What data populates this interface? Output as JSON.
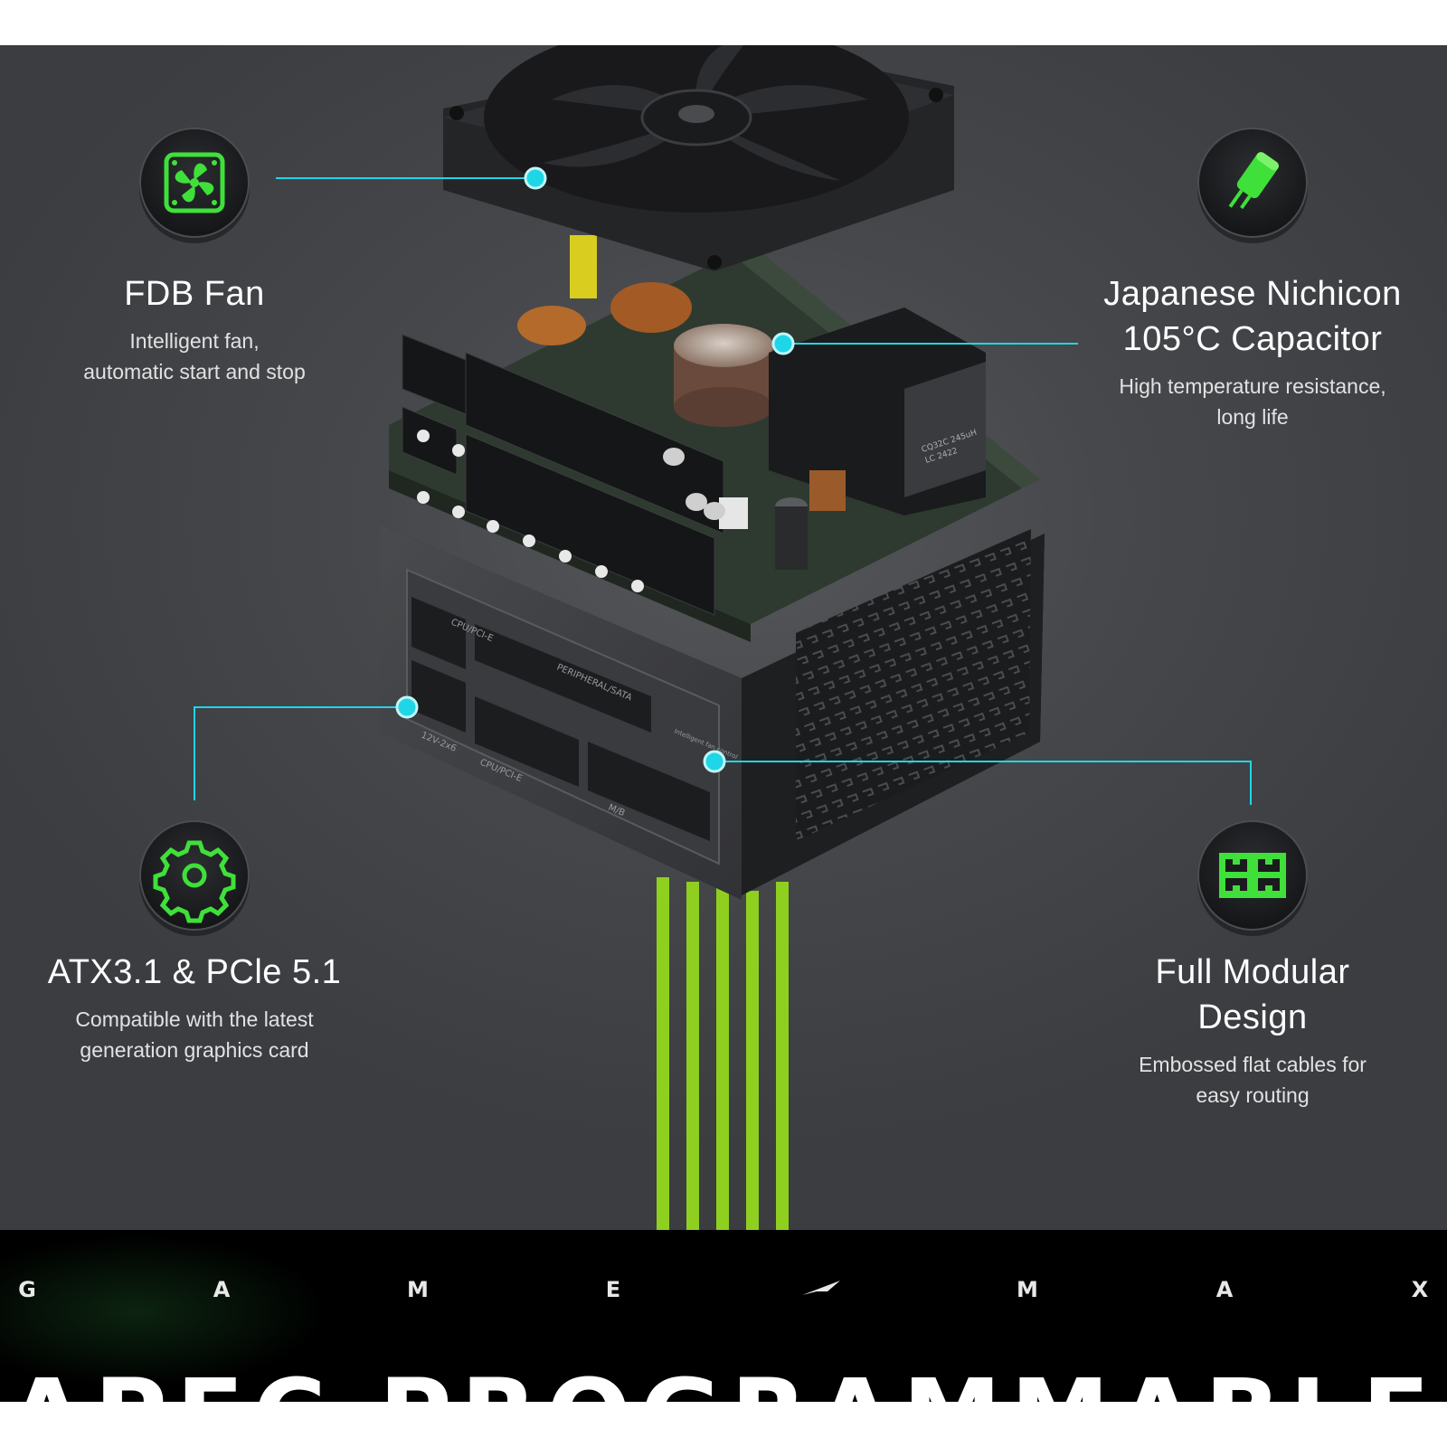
{
  "features": [
    {
      "id": "fdb-fan",
      "icon": "fan-icon",
      "title": "FDB Fan",
      "description": "Intelligent fan,\nautomatic start and stop"
    },
    {
      "id": "nichicon-capacitor",
      "icon": "capacitor-icon",
      "title": "Japanese Nichicon\n105°C Capacitor",
      "description": "High temperature resistance,\nlong life"
    },
    {
      "id": "atx-pcie",
      "icon": "gear-icon",
      "title": "ATX3.1 & PCle 5.1",
      "description": "Compatible with the latest\ngeneration graphics card"
    },
    {
      "id": "full-modular",
      "icon": "modular-connector-icon",
      "title": "Full Modular\nDesign",
      "description": "Embossed flat cables for\neasy routing"
    }
  ],
  "psu_labels": {
    "inductor_marking_1": "CQ32C 245uH",
    "inductor_marking_2": "LC 2422",
    "port_cpu_pcie_top": "CPU/PCI-E",
    "port_peripheral_sata": "PERIPHERAL/SATA",
    "port_12v_2x6": "12V-2x6",
    "port_cpu_pcie_bottom": "CPU/PCI-E",
    "port_mb": "M/B",
    "fan_control_label": "Intelligent fan control"
  },
  "banner": {
    "letters": [
      "G",
      "A",
      "M",
      "E",
      "M",
      "A",
      "X"
    ],
    "logo_icon": "gamemax-wing-icon",
    "headline": "APEC PROGRAMMABLE"
  },
  "colors": {
    "background_dark": "#46484c",
    "accent_green": "#3fe03a",
    "callout_cyan": "#1fd6e6",
    "cable_green": "#8fcf1f",
    "banner_bg": "#000000"
  }
}
